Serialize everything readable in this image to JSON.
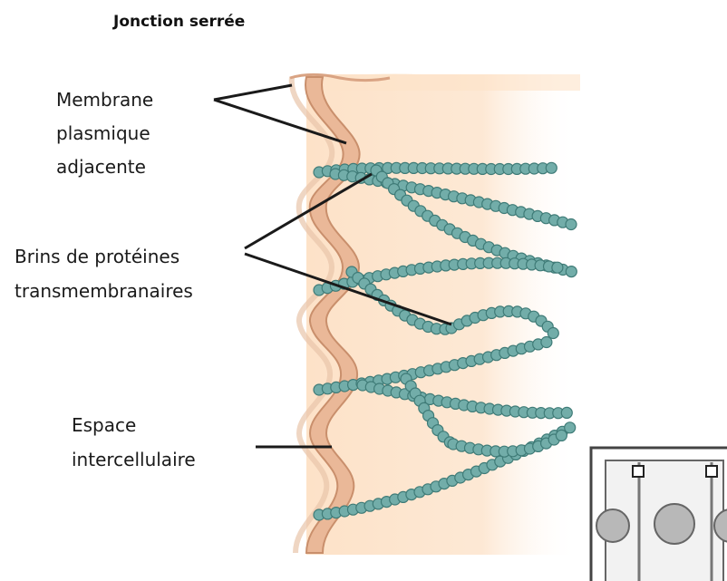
{
  "title": "Jonction serrée",
  "labels": {
    "membrane": [
      "Membrane",
      "plasmique",
      "adjacente"
    ],
    "strands": [
      "Brins de protéines",
      "transmembranaires"
    ],
    "space": [
      "Espace",
      "intercellulaire"
    ]
  },
  "colors": {
    "cell": "#fde2c8",
    "membrane": "#e8b995",
    "membrane_edge": "#c98f6c",
    "strand": "#72ada9",
    "strand_edge": "#3f7b77",
    "leader": "#1a1a1a"
  },
  "inset": {
    "description_icon": "epithelial-cells-inset-icon"
  }
}
